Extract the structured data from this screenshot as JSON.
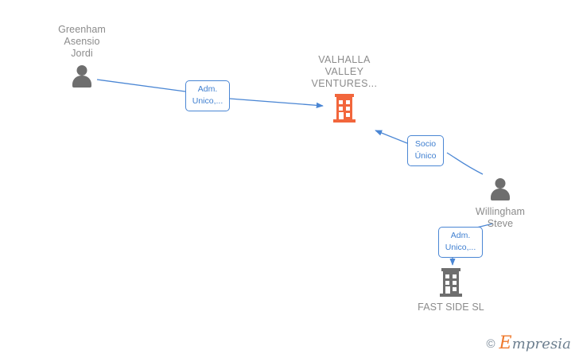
{
  "diagram": {
    "title": "VALHALLA VALLEY VENTURES... corporate relationship graph",
    "colors": {
      "company_highlight": "#f2663c",
      "company_default": "#6e6e6e",
      "person": "#6e6e6e",
      "edge": "#4a86d4",
      "edge_label_text": "#3f7fd0",
      "node_label_text": "#8b8b8b",
      "background": "#ffffff"
    },
    "nodes": [
      {
        "id": "greenham",
        "type": "person",
        "label": "Greenham\nAsensio\nJordi",
        "icon": "person-icon",
        "label_position": "above"
      },
      {
        "id": "valhalla",
        "type": "company",
        "label": "VALHALLA\nVALLEY\nVENTURES...",
        "icon": "building-icon",
        "label_position": "above",
        "highlighted": true
      },
      {
        "id": "willingham",
        "type": "person",
        "label": "Willingham\nSteve",
        "icon": "person-icon",
        "label_position": "below"
      },
      {
        "id": "fastside",
        "type": "company",
        "label": "FAST SIDE SL",
        "icon": "building-icon",
        "label_position": "below",
        "highlighted": false
      }
    ],
    "edges": [
      {
        "id": "edge-greenham-valhalla",
        "from": "greenham",
        "to": "valhalla",
        "label": "Adm.\nUnico,..."
      },
      {
        "id": "edge-willingham-valhalla",
        "from": "willingham",
        "to": "valhalla",
        "label": "Socio\nÚnico"
      },
      {
        "id": "edge-willingham-fastside",
        "from": "willingham",
        "to": "fastside",
        "label": "Adm.\nUnico,..."
      }
    ]
  },
  "watermark": {
    "copyright": "©",
    "brand_initial": "E",
    "brand_rest": "mpresia"
  }
}
